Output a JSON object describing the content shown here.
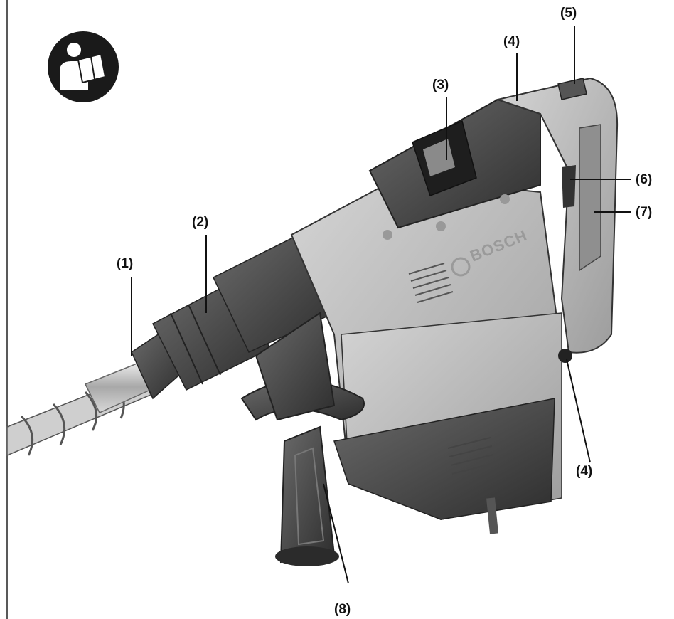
{
  "brand": "BOSCH",
  "manual_icon": "read-manual-icon",
  "callouts": [
    {
      "id": "1",
      "text": "(1)"
    },
    {
      "id": "2",
      "text": "(2)"
    },
    {
      "id": "3",
      "text": "(3)"
    },
    {
      "id": "4a",
      "text": "(4)"
    },
    {
      "id": "5",
      "text": "(5)"
    },
    {
      "id": "6",
      "text": "(6)"
    },
    {
      "id": "7",
      "text": "(7)"
    },
    {
      "id": "4b",
      "text": "(4)"
    },
    {
      "id": "8",
      "text": "(8)"
    }
  ],
  "colors": {
    "body_light": "#b5b5b5",
    "body_dark": "#4a4a4a",
    "accent": "#2b2b2b",
    "line": "#111111"
  }
}
